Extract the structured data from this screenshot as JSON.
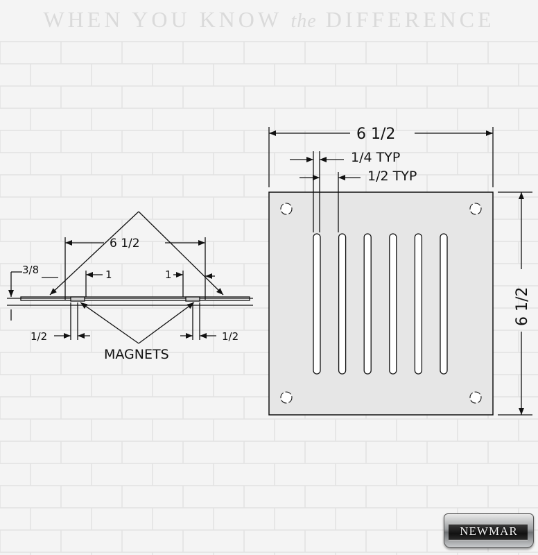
{
  "header": {
    "tagline_start": "WHEN YOU KNOW",
    "tagline_em": "the",
    "tagline_end": "DIFFERENCE"
  },
  "side_view": {
    "overall_width": "6 1/2",
    "thickness": "3/8",
    "left_inset": "1",
    "right_inset": "1",
    "left_magnet_width": "1/2",
    "right_magnet_width": "1/2",
    "magnets_label": "MAGNETS"
  },
  "front_view": {
    "width": "6 1/2",
    "height": "6 1/2",
    "slot_width": "1/4 TYP",
    "slot_spacing": "1/2 TYP",
    "slot_count": 6,
    "screw_hole_count": 4
  },
  "logo": {
    "text": "NEWMAR"
  },
  "colors": {
    "background": "#f4f4f4",
    "brick_mortar": "#e2e2e2",
    "panel_fill": "#e6e6e6",
    "line": "#111111"
  }
}
